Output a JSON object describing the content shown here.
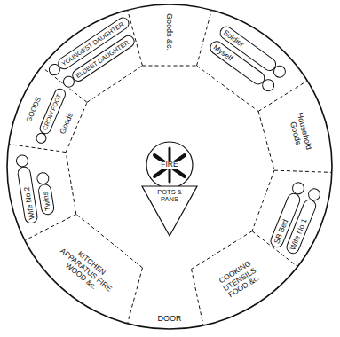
{
  "diagram": {
    "nodes": [
      {
        "text": [
          "Goods &c."
        ]
      },
      {
        "text": [
          "Soldier"
        ]
      },
      {
        "text": [
          "Myself"
        ]
      },
      {
        "text": [
          "Household Goods"
        ]
      },
      {
        "text": [
          "SB Bed"
        ]
      },
      {
        "text": [
          "Wife No 1"
        ]
      },
      {
        "text": [
          "COOKING UTENSILS FOOD &c."
        ]
      },
      {
        "text": [
          "KITCHEN APPARATUS FIRE WOOD &c."
        ]
      },
      {
        "text": [
          "Wife No.2"
        ]
      },
      {
        "text": [
          "Twins"
        ]
      },
      {
        "text": [
          "CROW FOOT"
        ]
      },
      {
        "text": [
          "YOUNGEST DAUGHTER"
        ]
      },
      {
        "text": [
          "ELDEST DAUGHTER"
        ]
      },
      {
        "text": [
          "FIRE"
        ]
      },
      {
        "text": [
          "POTS & PANS"
        ]
      }
    ],
    "labels": [
      "GOODS",
      "Goods",
      "DOOR"
    ]
  }
}
